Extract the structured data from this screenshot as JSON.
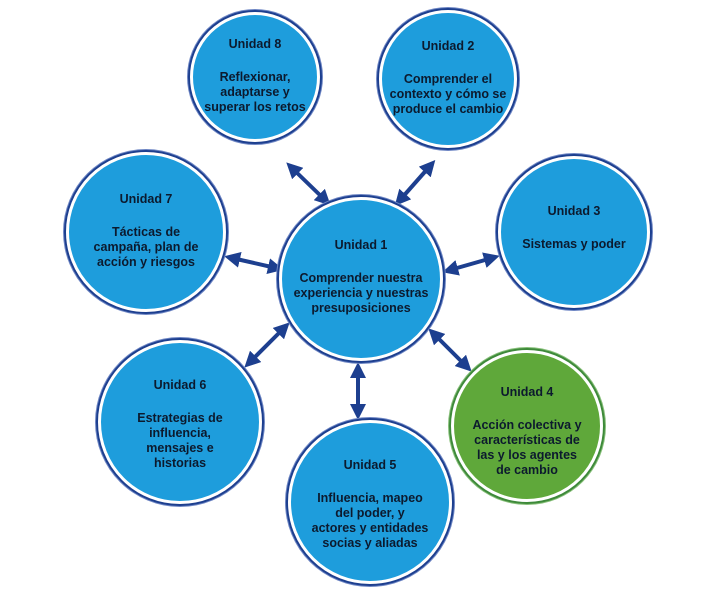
{
  "units": [
    {
      "title": "Unidad 1",
      "description": "Comprender nuestra\nexperiencia y nuestras\npresuposiciones"
    },
    {
      "title": "Unidad 2",
      "description": "Comprender el\ncontexto y cómo se\nproduce el cambio"
    },
    {
      "title": "Unidad 3",
      "description": "Sistemas y poder"
    },
    {
      "title": "Unidad 4",
      "description": "Acción colectiva y\ncaracterísticas de\nlas y los agentes\nde cambio"
    },
    {
      "title": "Unidad 5",
      "description": "Influencia, mapeo\ndel poder, y\nactores y entidades\nsocias y aliadas"
    },
    {
      "title": "Unidad 6",
      "description": "Estrategias de\ninfluencia,\nmensajes e\nhistorias"
    },
    {
      "title": "Unidad 7",
      "description": "Tácticas de\ncampaña, plan de\nacción y riesgos"
    },
    {
      "title": "Unidad 8",
      "description": "Reflexionar,\nadaptarse y\nsuperar los retos"
    }
  ],
  "colors": {
    "circle_blue": "#1e9ddc",
    "circle_green": "#5fa83a",
    "arrow": "#1d3f8f",
    "text": "#0c1a2e"
  }
}
